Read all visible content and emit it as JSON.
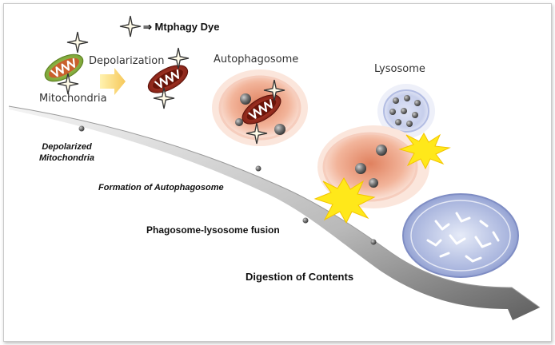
{
  "legend": {
    "arrow": "⇒",
    "dye_label": "Mtphagy Dye"
  },
  "labels": {
    "mitochondria": "Mitochondria",
    "depolarization": "Depolarization",
    "autophagosome": "Autophagosome",
    "lysosome": "Lysosome"
  },
  "stages": {
    "depolarized_line1": "Depolarized",
    "depolarized_line2": "Mitochondria",
    "formation": "Formation of Autophagosome",
    "fusion": "Phagosome-lysosome fusion",
    "digestion": "Digestion of Contents"
  },
  "colors": {
    "mito_healthy": "#8cbf3f",
    "mito_depolarized": "#9a2a1c",
    "autophagosome": "#f2b49a",
    "lysosome": "#c7cfec",
    "flash": "#ffe81a",
    "slope": "#8a8a8a"
  }
}
